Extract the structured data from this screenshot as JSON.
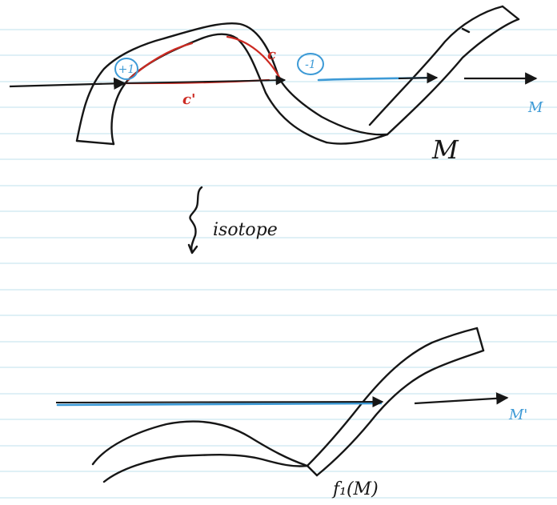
{
  "colors": {
    "paper": "#ffffff",
    "rule_line": "#bfe0ee",
    "ink": "#161616",
    "red_ink": "#cc2a22",
    "blue_ink": "#3d9ad6"
  },
  "top_figure": {
    "sign_plus": "+1",
    "sign_minus": "-1",
    "label_c": "c",
    "label_c_prime": "c'",
    "label_M_blue": "M",
    "label_M_black": "M"
  },
  "isotopy": {
    "brace": "{",
    "text": "isotope"
  },
  "bottom_figure": {
    "label_M_prime": "M'",
    "label_f1M": "f₁(M)"
  }
}
